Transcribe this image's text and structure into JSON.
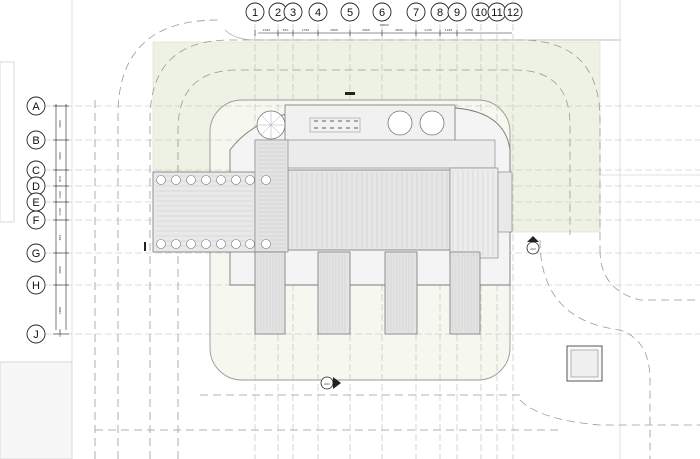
{
  "drawing": {
    "column_grid": [
      "1",
      "2",
      "3",
      "4",
      "5",
      "6",
      "7",
      "8",
      "9",
      "10",
      "11",
      "12"
    ],
    "row_grid": [
      "A",
      "B",
      "C",
      "D",
      "E",
      "F",
      "G",
      "H",
      "J"
    ],
    "top_dimensions": [
      "2025",
      "870",
      "1750",
      "2890",
      "2965",
      "2845",
      "1135",
      "1245",
      "1750"
    ],
    "top_overall": "19800",
    "side_dimensions": [
      "3800",
      "3800",
      "850",
      "1200",
      "1500",
      "850",
      "3800",
      "3800",
      "5800"
    ],
    "section_marks": [
      "A01",
      "A02"
    ]
  },
  "colors": {
    "grid": "#b9b9b9",
    "building_fill": "#f4f4f4",
    "slab_fill": "#e6e6e6",
    "landscape_fill": "#eef2e4",
    "road": "#9a9a9a"
  }
}
